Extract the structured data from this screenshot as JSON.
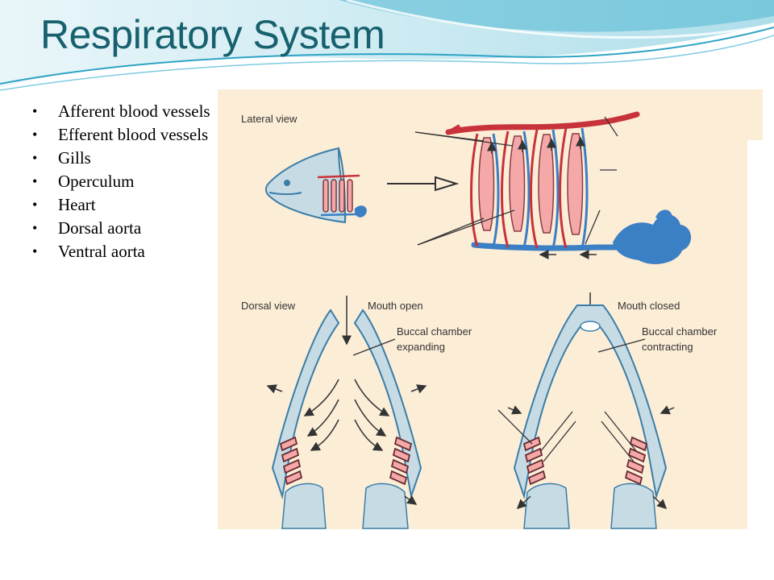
{
  "slide": {
    "title": "Respiratory System",
    "bullets": [
      "Afferent blood vessels",
      "Efferent blood vessels",
      "Gills",
      "Operculum",
      "Heart",
      "Dorsal aorta",
      "Ventral aorta"
    ]
  },
  "figure": {
    "lateral_label": "Lateral view",
    "dorsal_label": "Dorsal view",
    "mouth_open_label": "Mouth open",
    "mouth_closed_label": "Mouth closed",
    "buccal_expanding_line1": "Buccal chamber",
    "buccal_expanding_line2": "expanding",
    "buccal_contracting_line1": "Buccal chamber",
    "buccal_contracting_line2": "contracting"
  },
  "colors": {
    "title": "#17606e",
    "figure_bg": "#fcedd7",
    "vessel_red": "#c8323a",
    "vessel_blue": "#3b7fc4",
    "gill_pink": "#f4a9a8",
    "body_blue": "#c7dbe4"
  }
}
